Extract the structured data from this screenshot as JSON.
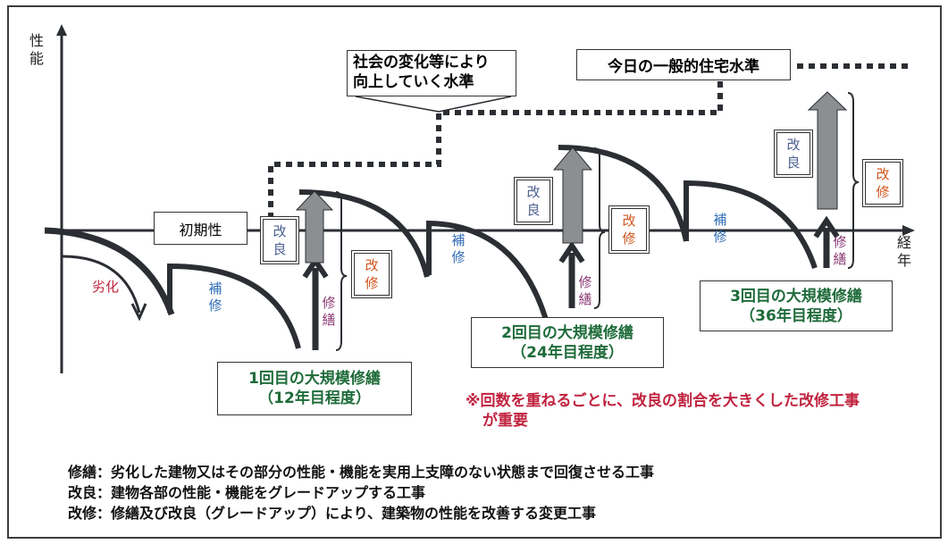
{
  "axes": {
    "y_label": "性能",
    "x_label": "経年"
  },
  "labels": {
    "initial": "初期性",
    "social_level": [
      "社会の変化等により",
      "向上していく水準"
    ],
    "today_level": "今日の一般的住宅水準",
    "deterioration": "劣化",
    "hoshu": "補修",
    "kairyo": "改良",
    "kaishu": "改修",
    "shuzen": "修繕"
  },
  "repairs": [
    {
      "title": "1回目の大規模修繕",
      "sub": "（12年目程度）"
    },
    {
      "title": "2回目の大規模修繕",
      "sub": "（24年目程度）"
    },
    {
      "title": "3回目の大規模修繕",
      "sub": "（36年目程度）"
    }
  ],
  "note": [
    "※回数を重ねるごとに、改良の割合を大きくした改修工事",
    "が重要"
  ],
  "definitions": [
    "修繕：劣化した建物又はその部分の性能・機能を実用上支障のない状態まで回復させる工事",
    "改良：建物各部の性能・機能をグレードアップする工事",
    "改修：修繕及び改良（グレードアップ）により、建築物の性能を改善する変更工事"
  ],
  "colors": {
    "line": "#2b2e33",
    "arrow_fill": "#8c8f92",
    "kairyo": "#4a5f8f",
    "kaishu": "#d0541c",
    "hoshu": "#2f6db5",
    "shuzen": "#8a3a74",
    "rekka": "#c0233f",
    "repair_title": "#1f6b3a"
  }
}
